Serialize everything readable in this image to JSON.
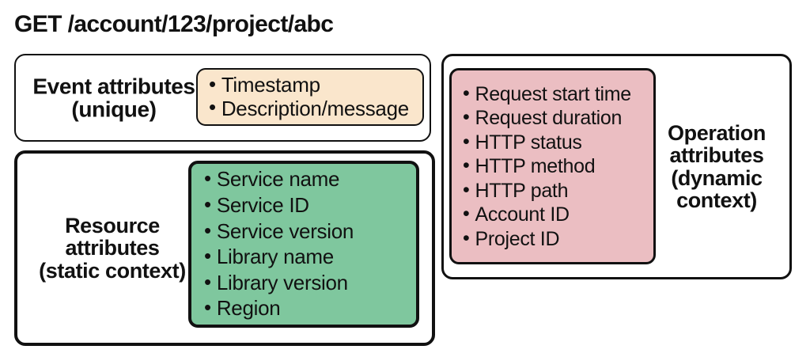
{
  "title": "GET /account/123/project/abc",
  "colors": {
    "event_fill": "#fae6cc",
    "resource_fill": "#7fc79e",
    "operation_fill": "#ebbec2",
    "stroke": "#111111",
    "background": "#ffffff"
  },
  "groups": {
    "event": {
      "label_line1": "Event attributes",
      "label_line2": "(unique)",
      "attributes": [
        "Timestamp",
        "Description/message"
      ]
    },
    "resource": {
      "label_line1": "Resource",
      "label_line2": "attributes",
      "label_line3": "(static context)",
      "attributes": [
        "Service name",
        "Service ID",
        "Service version",
        "Library name",
        "Library version",
        "Region"
      ]
    },
    "operation": {
      "label_line1": "Operation",
      "label_line2": "attributes",
      "label_line3": "(dynamic",
      "label_line4": "context)",
      "attributes": [
        "Request start time",
        "Request duration",
        "HTTP status",
        "HTTP method",
        "HTTP path",
        "Account ID",
        "Project ID"
      ]
    }
  },
  "bullet_glyph": "•"
}
